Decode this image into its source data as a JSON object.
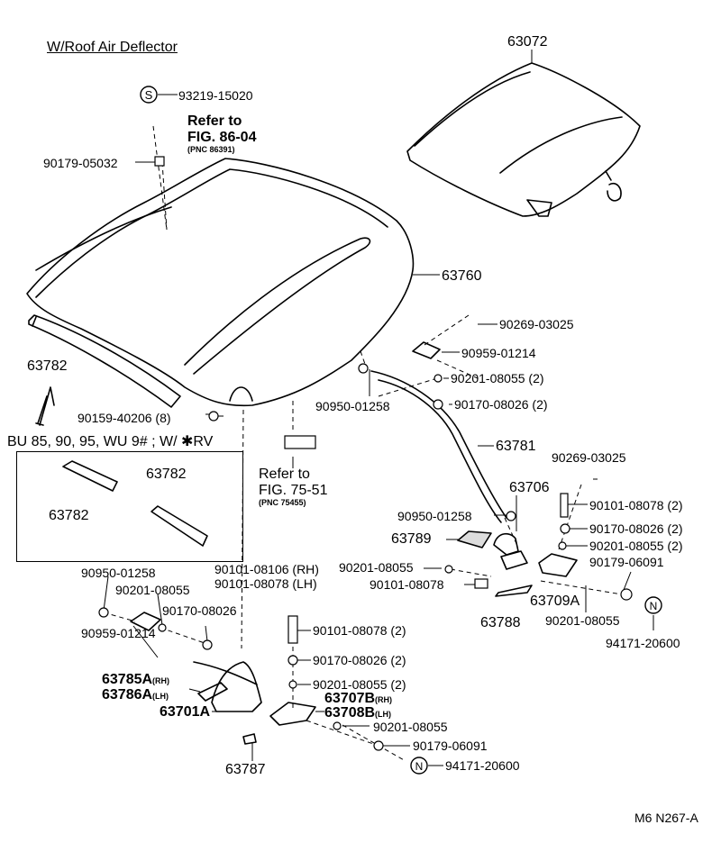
{
  "title": "W/Roof Air Deflector",
  "figure_code": "M6 N267-A",
  "note_box": {
    "applicability": "BU 85, 90, 95, WU 9# ; W/ ✱RV",
    "parts": [
      "63782",
      "63782"
    ]
  },
  "refs": {
    "fig86": {
      "line1": "Refer to",
      "line2": "FIG. 86-04",
      "pnc": "(PNC 86391)"
    },
    "fig75": {
      "line1": "Refer to",
      "line2": "FIG. 75-51",
      "pnc": "(PNC 75455)"
    }
  },
  "symbols": {
    "s": "S",
    "n": "N"
  },
  "labels": {
    "p63072": "63072",
    "p93219": "93219-15020",
    "p90179a": "90179-05032",
    "p63760": "63760",
    "p63782a": "63782",
    "p90159": "90159-40206 (8)",
    "p90269a": "90269-03025",
    "p90959a": "90959-01214",
    "p90201a": "90201-08055 (2)",
    "p90950a": "90950-01258",
    "p90170a": "90170-08026 (2)",
    "p63781": "63781",
    "p90269b": "90269-03025",
    "p63706": "63706",
    "p90101a": "90101-08078 (2)",
    "p90950b": "90950-01258",
    "p90170b": "90170-08026 (2)",
    "p63789": "63789",
    "p90201b": "90201-08055 (2)",
    "p90201c": "90201-08055",
    "p90179b": "90179-06091",
    "p90101b": "90101-08078",
    "p63709": "63709A",
    "p63788": "63788",
    "p90201d": "90201-08055",
    "p94171a": "94171-20600",
    "p90950c": "90950-01258",
    "p90201e": "90201-08055",
    "p90101c": "90101-08106 (RH)",
    "p90101d": "90101-08078 (LH)",
    "p90170c": "90170-08026",
    "p90959b": "90959-01214",
    "p90101e": "90101-08078 (2)",
    "p90170d": "90170-08026 (2)",
    "p90201f": "90201-08055 (2)",
    "p63785": "63785A",
    "p63786": "63786A",
    "p63701": "63701A",
    "p63707": "63707B",
    "p63708": "63708B",
    "p90201g": "90201-08055",
    "p90179c": "90179-06091",
    "p94171b": "94171-20600",
    "p63787": "63787",
    "rh": "(RH)",
    "lh": "(LH)"
  }
}
